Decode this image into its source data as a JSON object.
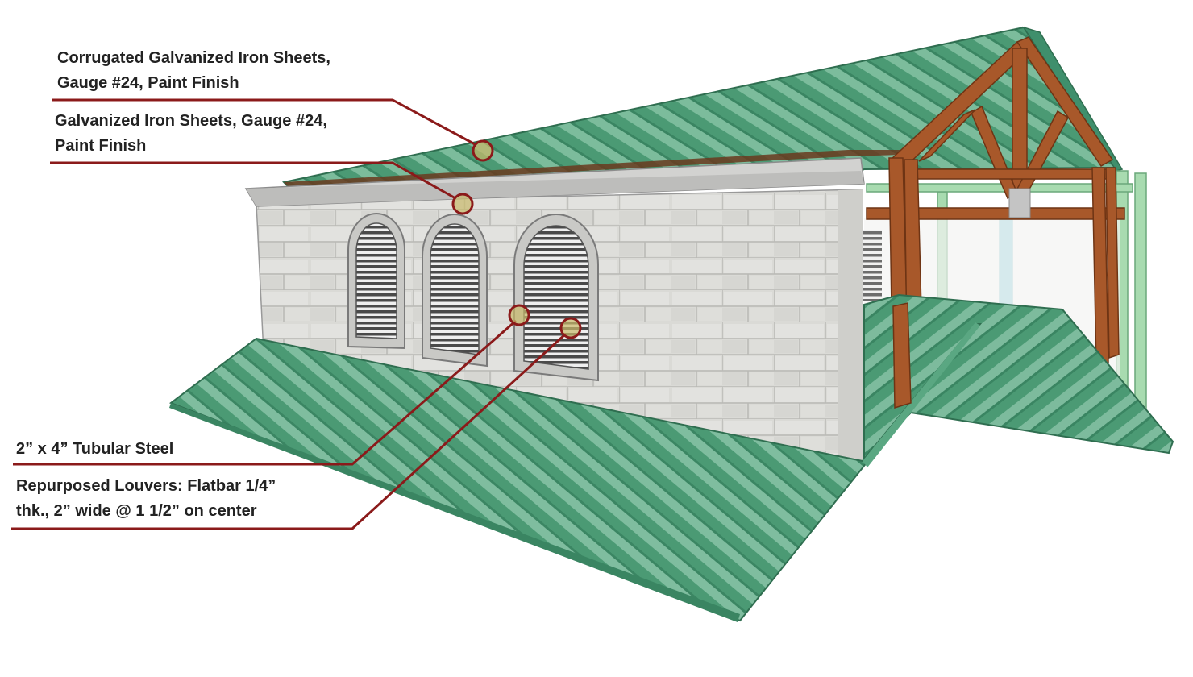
{
  "callouts": [
    {
      "id": "roof-sheets",
      "lines": [
        "Corrugated Galvanized Iron Sheets,",
        "Gauge #24, Paint Finish"
      ]
    },
    {
      "id": "fascia-sheets",
      "lines": [
        "Galvanized Iron Sheets, Gauge #24,",
        "Paint Finish"
      ]
    },
    {
      "id": "tubular-steel",
      "lines": [
        "2” x 4” Tubular Steel"
      ]
    },
    {
      "id": "louvers",
      "lines": [
        "Repurposed Louvers: Flatbar 1/4”",
        "thk., 2” wide @ 1 1/2” on center"
      ]
    }
  ],
  "colors": {
    "leader": "#8b1a1a",
    "roof": "#3f8f6c",
    "roof_light": "#6fb595",
    "wall": "#dcdcd8",
    "timber": "#a4582a",
    "frame": "#9fd4a8",
    "column": "#8fd3e0"
  }
}
